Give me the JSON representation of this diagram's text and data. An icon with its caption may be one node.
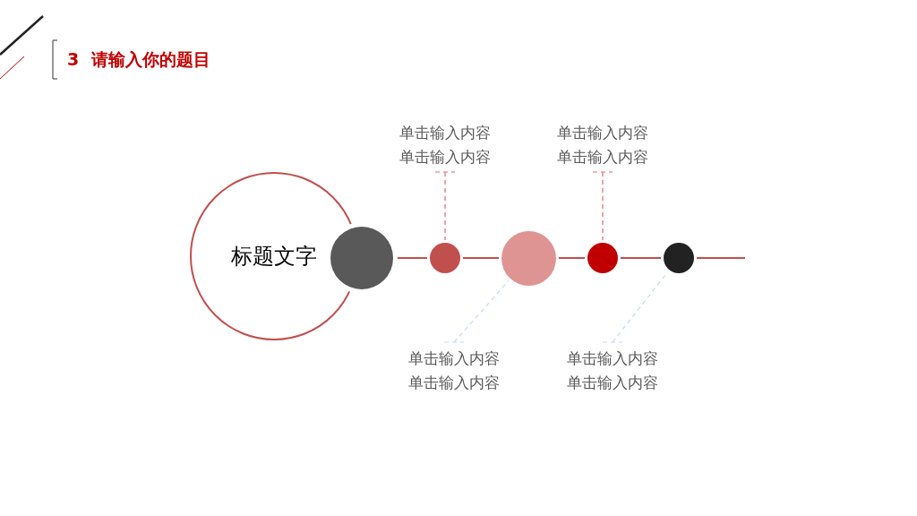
{
  "diagram": {
    "title": "3 请输入你的题目",
    "nodes": [
      {
        "text": [
          "标题文字"
        ]
      },
      {
        "text": [],
        "shape": "circle"
      },
      {
        "text": [],
        "shape": "circle"
      },
      {
        "text": [],
        "shape": "circle"
      },
      {
        "text": [],
        "shape": "circle"
      },
      {
        "text": [],
        "shape": "circle"
      },
      {
        "text": [
          "单击输入内容单击输入内容"
        ]
      },
      {
        "text": [
          "单击输入内容单击输入内容"
        ]
      },
      {
        "text": [
          "单击输入内容单击输入内容"
        ]
      },
      {
        "text": [
          "单击输入内容单击输入内容"
        ]
      }
    ],
    "edges": [
      {
        "from": 1,
        "to": 2,
        "arrow": "none"
      },
      {
        "from": 2,
        "to": 3,
        "arrow": "none"
      },
      {
        "from": 3,
        "to": 4,
        "arrow": "none"
      },
      {
        "from": 4,
        "to": 5,
        "arrow": "none"
      },
      {
        "from": 5,
        "to": null,
        "arrow": "none"
      },
      {
        "from": 6,
        "to": 2,
        "arrow": "none",
        "style": "dashed",
        "color": "#e06c6c"
      },
      {
        "from": 7,
        "to": 4,
        "arrow": "none",
        "style": "dashed",
        "color": "#e06c6c"
      },
      {
        "from": 8,
        "to": 3,
        "arrow": "none",
        "style": "dashed",
        "color": "#c6d9f1"
      },
      {
        "from": 9,
        "to": 5,
        "arrow": "none",
        "style": "dashed",
        "color": "#c6d9f1"
      }
    ]
  }
}
